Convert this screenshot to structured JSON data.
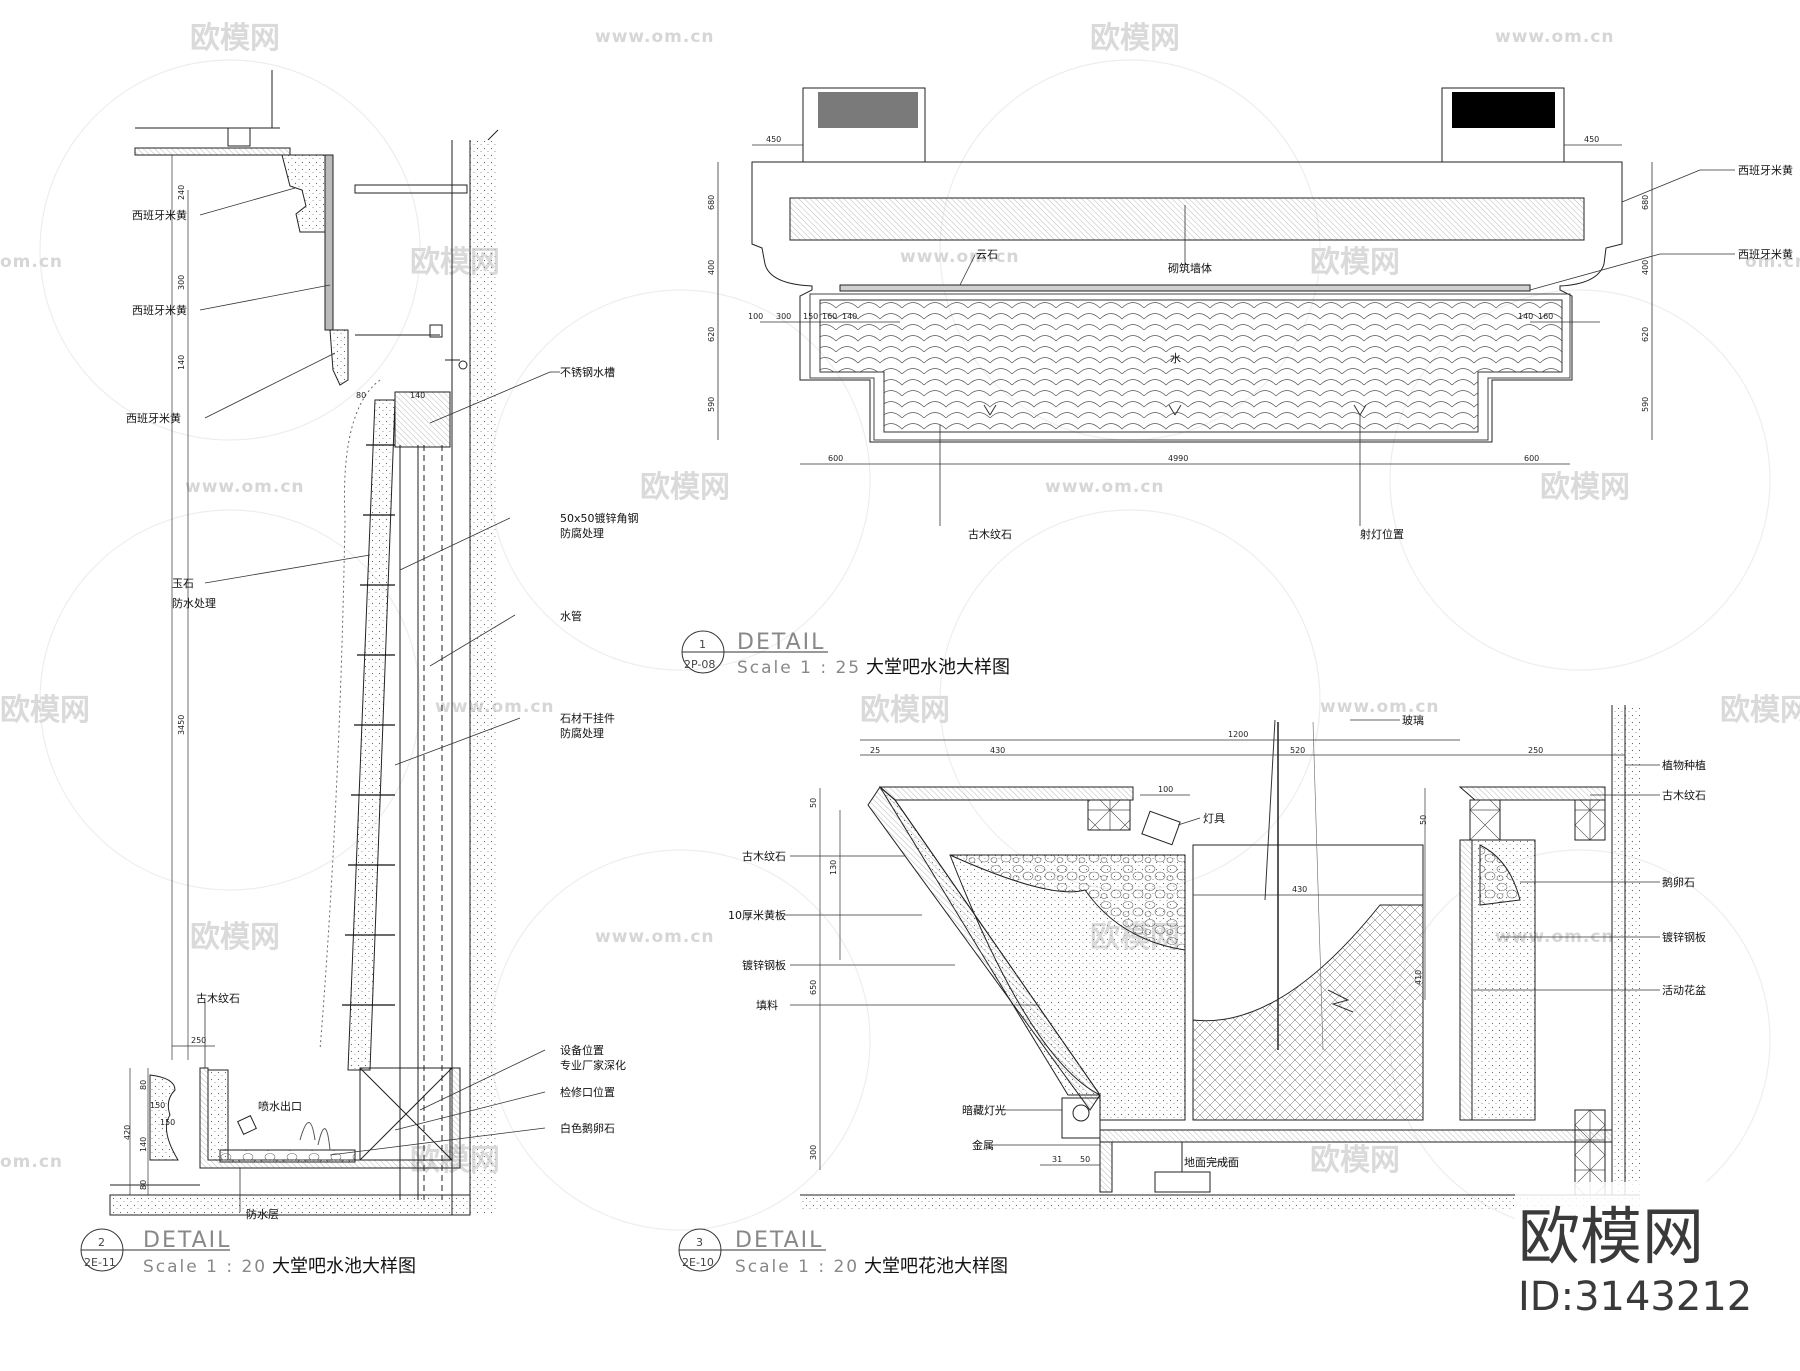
{
  "watermarks": {
    "brand": "欧模网",
    "url": "www.om.cn",
    "url_short": "om.cn"
  },
  "details": [
    {
      "tag_number": "1",
      "tag_sheet": "2P-08",
      "title": "DETAIL",
      "scale": "Scale 1 : 25",
      "name": "大堂吧水池大样图",
      "labels": [
        "西班牙米黄",
        "西班牙米黄",
        "砌筑墙体",
        "云石",
        "水",
        "古木纹石",
        "射灯位置"
      ],
      "dimensions": [
        "450",
        "450",
        "680",
        "400",
        "620",
        "590",
        "680",
        "400",
        "620",
        "590",
        "100",
        "300",
        "150",
        "160",
        "140",
        "140",
        "160",
        "600",
        "4990",
        "600"
      ]
    },
    {
      "tag_number": "2",
      "tag_sheet": "2E-11",
      "title": "DETAIL",
      "scale": "Scale 1 : 20",
      "name": "大堂吧水池大样图",
      "labels": [
        "西班牙米黄",
        "西班牙米黄",
        "西班牙米黄",
        "不锈钢水槽",
        "50x50镀锌角钢",
        "防腐处理",
        "玉石",
        "防水处理",
        "水管",
        "石材干挂件",
        "防腐处理",
        "古木纹石",
        "设备位置",
        "专业厂家深化",
        "检修口位置",
        "白色鹅卵石",
        "喷水出口",
        "防水层"
      ],
      "dimensions": [
        "240",
        "300",
        "140",
        "3450",
        "80",
        "140",
        "250",
        "420",
        "150",
        "80",
        "140",
        "80",
        "150"
      ]
    },
    {
      "tag_number": "3",
      "tag_sheet": "2E-10",
      "title": "DETAIL",
      "scale": "Scale 1 : 20",
      "name": "大堂吧花池大样图",
      "labels": [
        "玻璃",
        "植物种植",
        "古木纹石",
        "灯具",
        "古木纹石",
        "10厚米黄板",
        "镀锌钢板",
        "填料",
        "暗藏灯光",
        "金属",
        "地面完成面",
        "鹅卵石",
        "镀锌钢板",
        "活动花盆"
      ],
      "dimensions": [
        "1200",
        "25",
        "430",
        "520",
        "250",
        "100",
        "430",
        "410",
        "50",
        "130",
        "650",
        "300",
        "31",
        "50",
        "50"
      ]
    }
  ],
  "brand_corner": {
    "name": "欧模网",
    "id": "ID:3143212"
  }
}
